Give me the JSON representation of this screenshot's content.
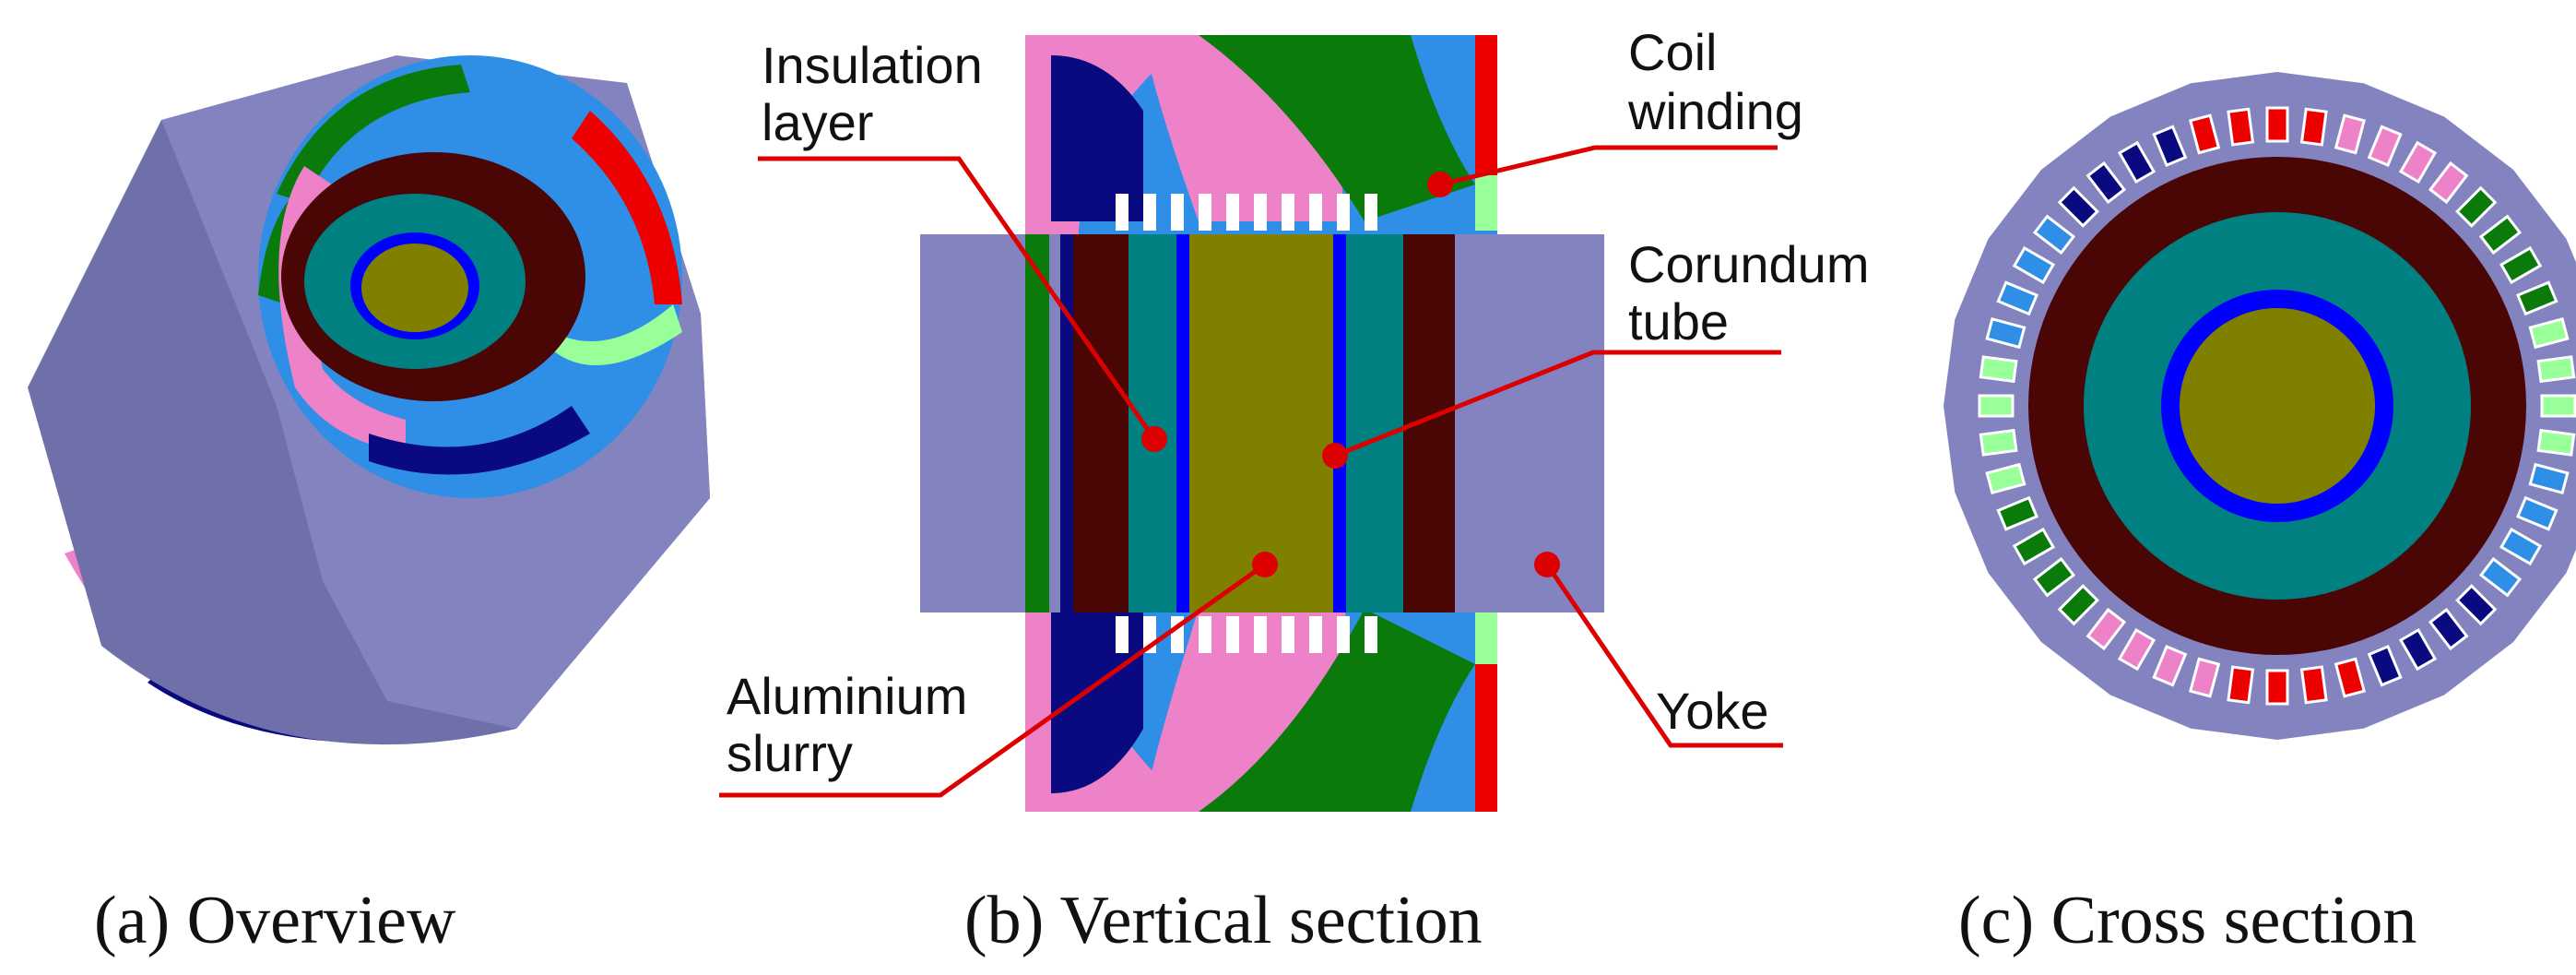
{
  "captions": {
    "a": "(a) Overview",
    "b": "(b) Vertical section",
    "c": "(c) Cross section"
  },
  "labels": {
    "insulation_1": "Insulation",
    "insulation_2": "layer",
    "coil_1": "Coil",
    "coil_2": "winding",
    "corundum_1": "Corundum",
    "corundum_2": "tube",
    "aluminium_1": "Aluminium",
    "aluminium_2": "slurry",
    "yoke": "Yoke"
  },
  "colors": {
    "yoke": "#8383c0",
    "yoke_side": "#6f6fa9",
    "insulation": "#4a0505",
    "teal": "#008080",
    "corundum": "#0000ff",
    "slurry": "#808000",
    "coil_pink": "#ee82c8",
    "coil_green": "#0a7a0a",
    "coil_blue": "#2f8fe6",
    "coil_red": "#ee0000",
    "coil_navy": "#0a0a80",
    "coil_light_green": "#99ff99",
    "leader": "#dd0000"
  }
}
